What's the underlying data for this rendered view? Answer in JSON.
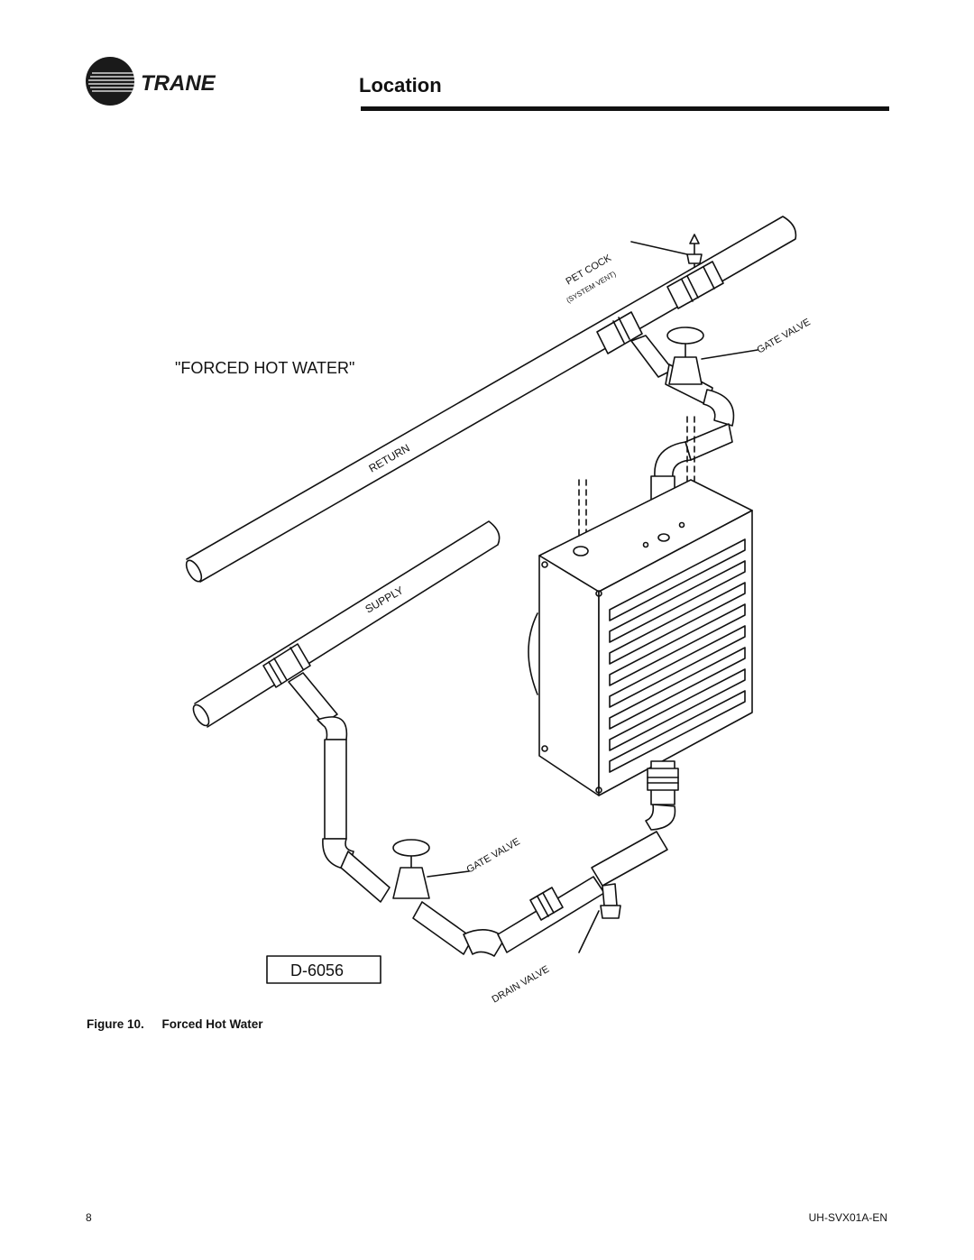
{
  "header": {
    "brand": "TRANE",
    "section_title": "Location"
  },
  "figure": {
    "title": "\"FORCED HOT WATER\"",
    "drawing_id": "D-6056",
    "labels": {
      "return": "RETURN",
      "supply": "SUPPLY",
      "pet_cock": "PET COCK",
      "system_vent": "(SYSTEM VENT)",
      "gate_valve_top": "GATE VALVE",
      "gate_valve_bottom": "GATE VALVE",
      "drain_valve": "DRAIN VALVE"
    },
    "caption_label": "Figure 10.",
    "caption_text": "Forced Hot Water"
  },
  "footer": {
    "page_number": "8",
    "doc_id": "UH-SVX01A-EN"
  }
}
